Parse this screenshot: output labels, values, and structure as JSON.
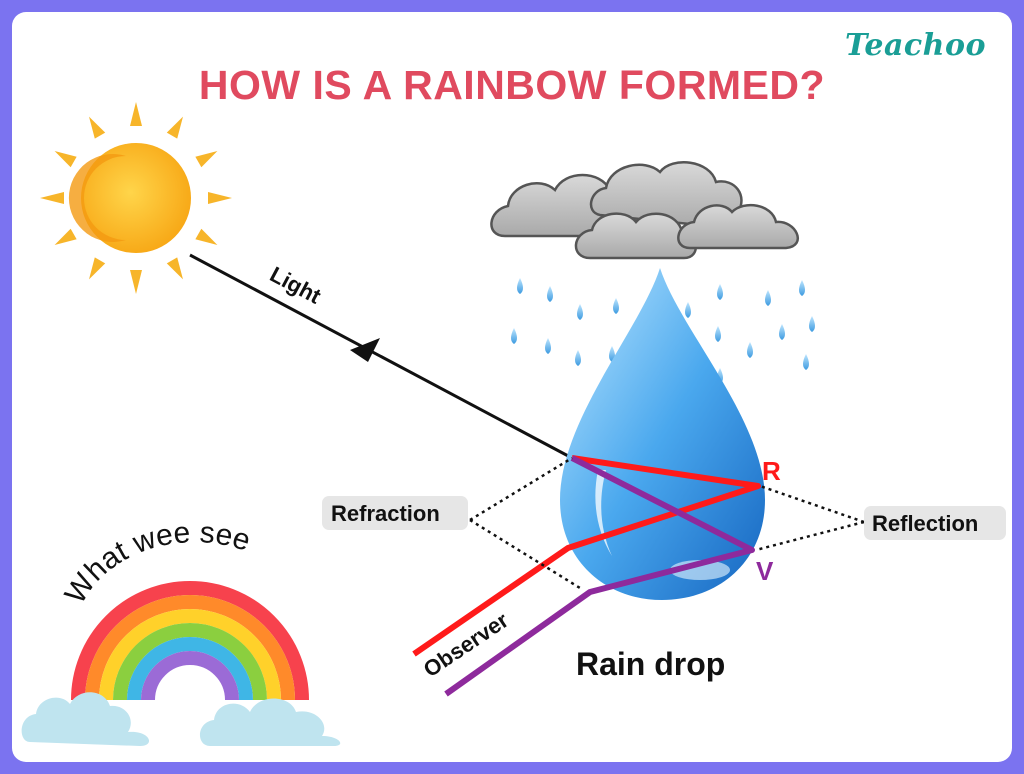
{
  "brand": "Teachoo",
  "title": "HOW IS A RAINBOW FORMED?",
  "labels": {
    "light": "Light",
    "refraction": "Refraction",
    "reflection": "Reflection",
    "red": "R",
    "violet": "V",
    "observer": "Observer",
    "raindrop": "Rain drop",
    "what_we_see": "What wee see"
  },
  "colors": {
    "background": "#7b73f0",
    "title": "#e04a5f",
    "brand": "#1a9e96",
    "red_ray": "#ff1a1a",
    "violet_ray": "#8e2a9c",
    "light_ray": "#111111"
  },
  "icons": [
    "sun-icon",
    "cloud-icon",
    "raindrop-icon",
    "rainbow-icon"
  ]
}
